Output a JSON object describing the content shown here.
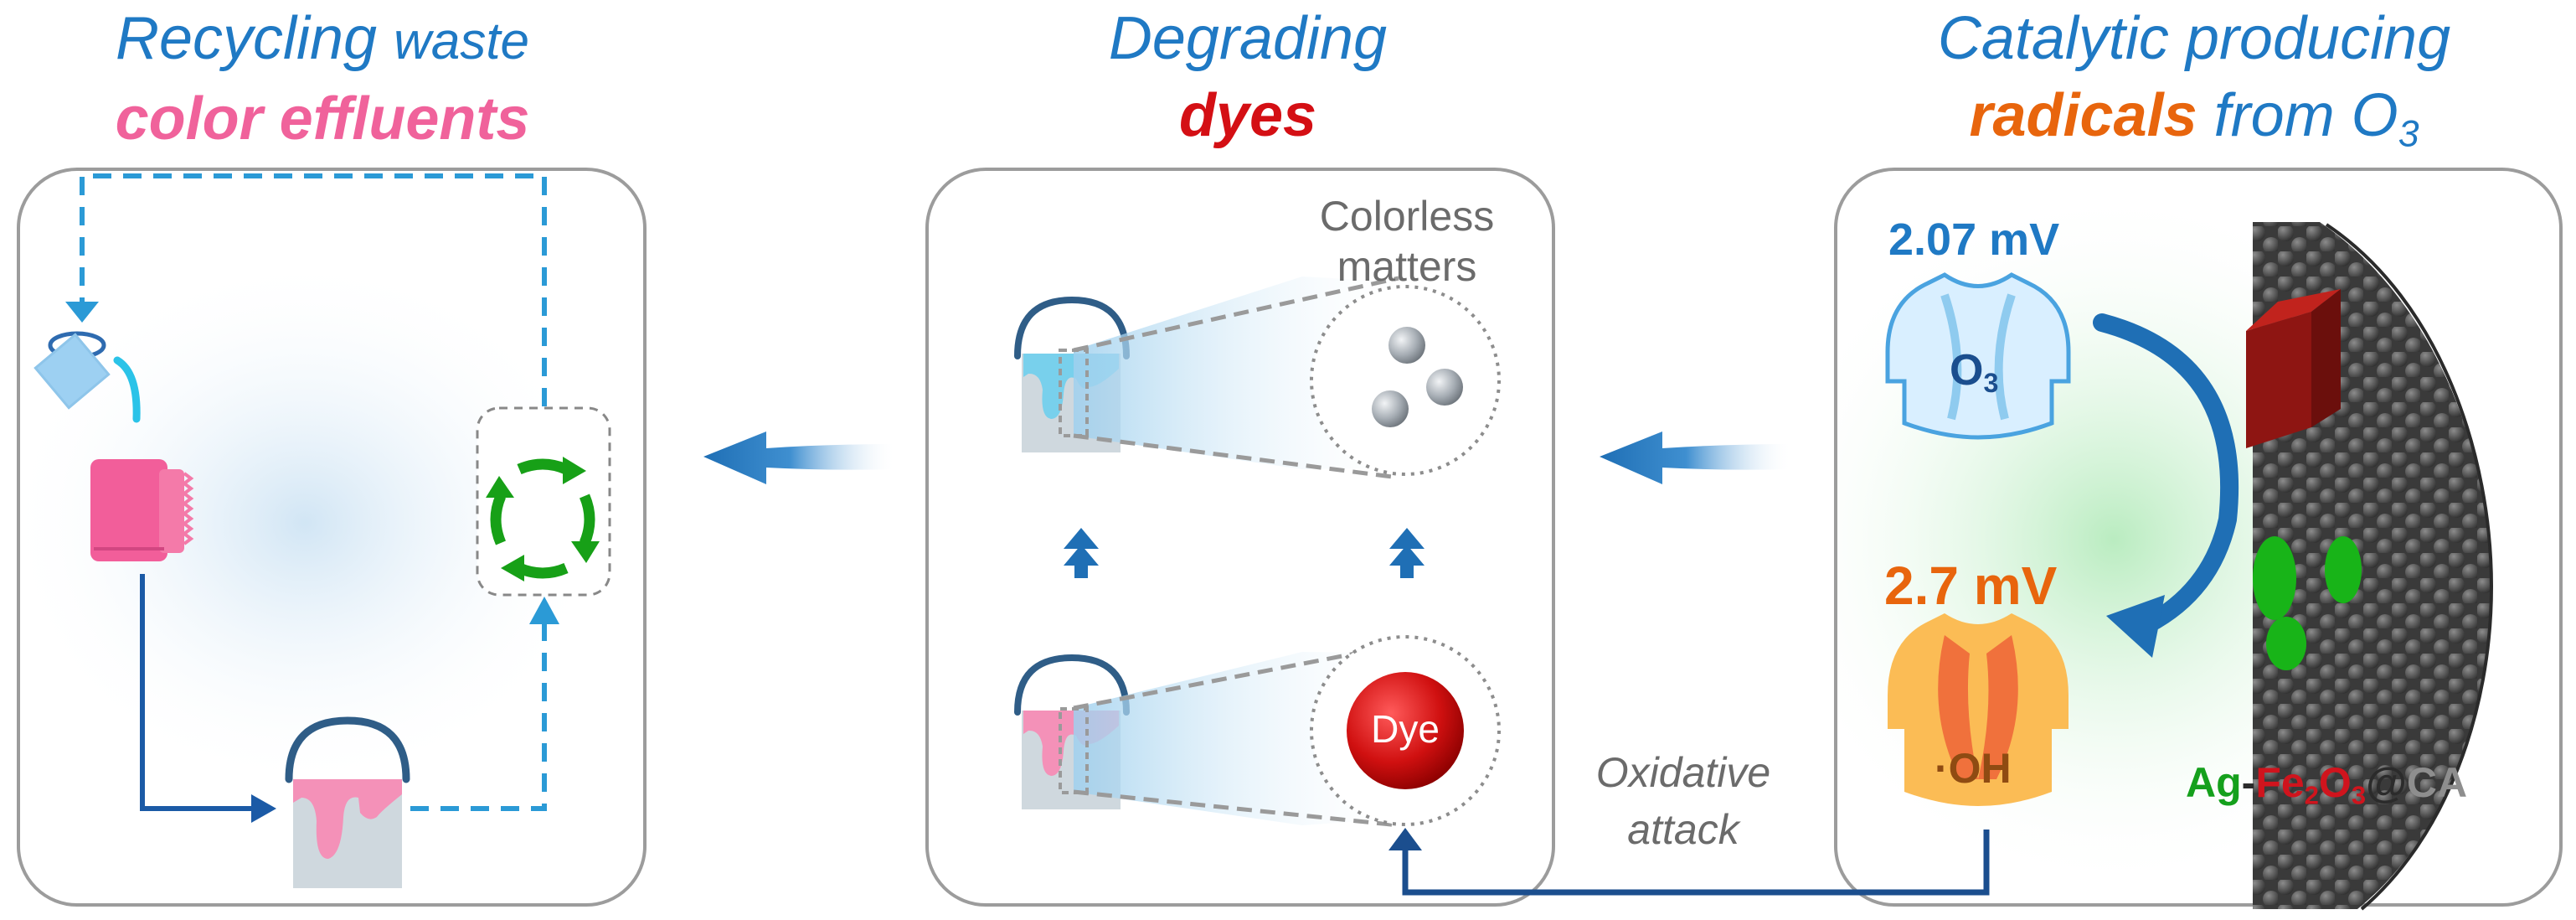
{
  "titles": {
    "left": {
      "line1_a": "Recycling ",
      "line1_b": "waste",
      "line2": "color effluents"
    },
    "middle": {
      "line1": "Degrading",
      "line2": "dyes"
    },
    "right": {
      "line1": "Catalytic producing",
      "line2_a": "radicals",
      "line2_b": " from O",
      "line2_sub": "3"
    }
  },
  "middle_panel": {
    "colorless_line1": "Colorless",
    "colorless_line2": "matters",
    "dye_label": "Dye"
  },
  "right_panel": {
    "o3_potential": "2.07 mV",
    "o3_label": "O",
    "o3_sub": "3",
    "oh_potential": "2.7 mV",
    "oh_label": "·OH",
    "catalyst": {
      "ag": "Ag",
      "dash": "-",
      "fe": "Fe",
      "fe_sub": "2",
      "o": "O",
      "o_sub": "3",
      "at": "@",
      "ca": "CA"
    }
  },
  "oxidative_label": {
    "line1": "Oxidative",
    "line2": "attack"
  },
  "colors": {
    "title_blue": "#1f79c4",
    "pink": "#f0629b",
    "red": "#d40f14",
    "orange": "#e8650d",
    "arrow_blue": "#1f6fb5",
    "dashed_blue": "#2b9ad6",
    "recycle_green": "#17a017",
    "catalyst_green": "#18b418",
    "border_gray": "#9c9c9c"
  },
  "icons": [
    "recycle-icon",
    "pouring-pitcher-icon",
    "pink-towel-icon",
    "paint-bucket-icon",
    "o3-molecule-icon",
    "oh-radical-icon",
    "catalyst-sphere-icon"
  ]
}
